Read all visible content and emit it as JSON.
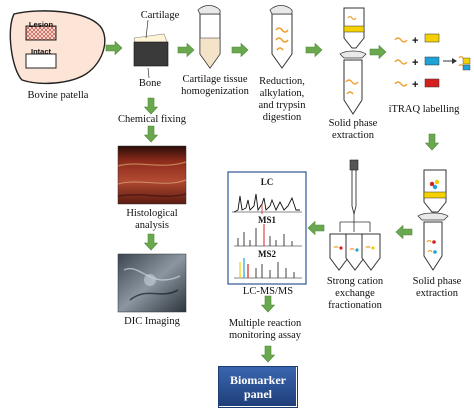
{
  "labels": {
    "lesion": "Lesion",
    "intact": "Intact",
    "bovine_patella": "Bovine patella",
    "cartilage": "Cartilage",
    "bone": "Bone",
    "homogenization": [
      "Cartilage tissue",
      "homogenization"
    ],
    "digestion": [
      "Reduction,",
      "alkylation,",
      "and trypsin",
      "digestion"
    ],
    "spe1": [
      "Solid phase",
      "extraction"
    ],
    "itraq": "iTRAQ labelling",
    "spe2": [
      "Solid phase",
      "extraction"
    ],
    "scx": [
      "Strong cation",
      "exchange",
      "fractionation"
    ],
    "lcmsms": "LC-MS/MS",
    "mrm": [
      "Multiple reaction",
      "monitoring assay"
    ],
    "biomarker": [
      "Biomarker",
      "panel"
    ],
    "chemical_fixing": "Chemical fixing",
    "histological": [
      "Histological",
      "analysis"
    ],
    "dic": "DIC Imaging",
    "lc": "LC",
    "ms1": "MS1",
    "ms2": "MS2"
  },
  "colors": {
    "arrow_green": "#6aa84f",
    "biomarker_fill": "#2f5597",
    "lesion_hatch": "#c0504d",
    "patella_fill": "#fce4d6",
    "bone_gray": "#3a3a3a",
    "tag_yellow": "#f5d000",
    "tag_cyan": "#1fa2d6",
    "tag_red": "#d62020",
    "peptide_orange": "#f0a030"
  },
  "icons": [
    "bovine-patella-shape",
    "test-tube-icon",
    "spe-cartridge-icon",
    "peptide-squiggle-icon",
    "pipette-icon",
    "fraction-tubes-icon",
    "spectrum-panel"
  ]
}
